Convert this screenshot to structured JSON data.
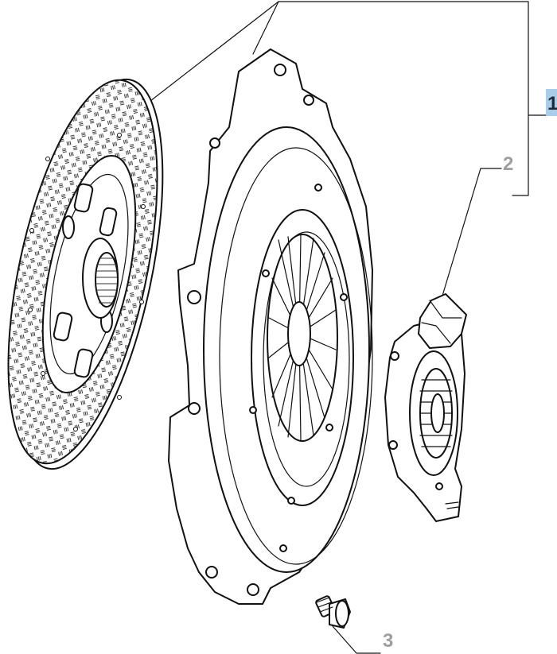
{
  "diagram": {
    "callouts": [
      {
        "id": "1",
        "label": "1",
        "highlight": "#a9cde8"
      },
      {
        "id": "2",
        "label": "2",
        "color": "#9e9e9e"
      },
      {
        "id": "3",
        "label": "3",
        "color": "#9e9e9e"
      }
    ],
    "parts": [
      {
        "key": "clutch-disc"
      },
      {
        "key": "pressure-plate"
      },
      {
        "key": "release-bearing"
      },
      {
        "key": "bolt"
      }
    ]
  }
}
